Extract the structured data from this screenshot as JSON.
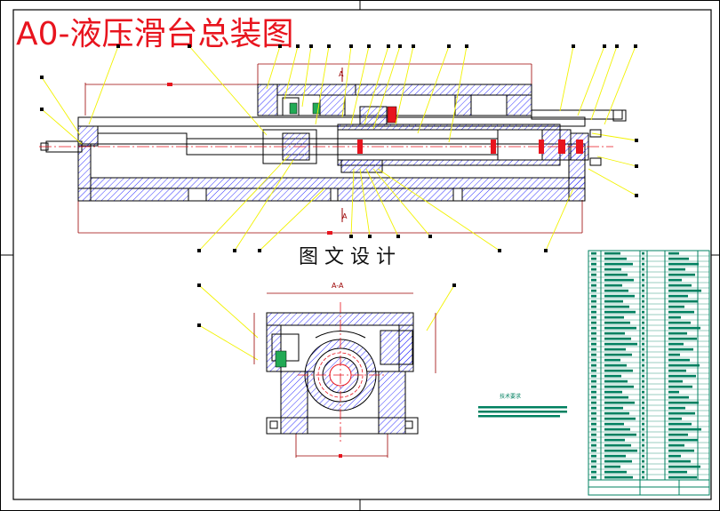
{
  "drawing": {
    "title": "A0-液压滑台总装图",
    "watermark": "图 文 设 计",
    "section_label_top": "A",
    "section_label_bottom": "A",
    "section_view_label": "A-A",
    "tech_note_title": "技术要求",
    "colors": {
      "outline": "#000000",
      "title": "#e8141e",
      "centerline": "#e8141e",
      "leader": "#f2f200",
      "dimension": "#9b0000",
      "table": "#008060",
      "hatch": "#1a1aff",
      "part_bar": "#22aa55"
    }
  }
}
